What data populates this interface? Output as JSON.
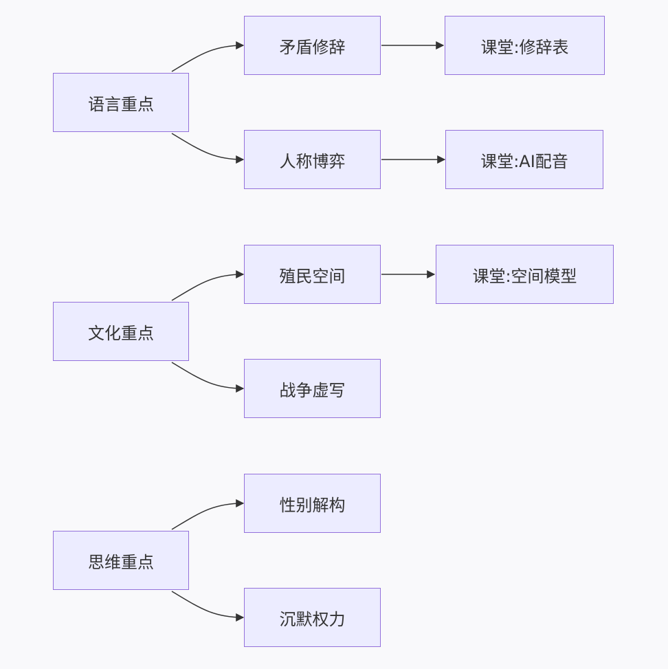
{
  "nodes": {
    "yuyan": "语言重点",
    "maodun": "矛盾修辞",
    "xiuci_table": "课堂:修辞表",
    "renchen": "人称博弈",
    "ai_dubbing": "课堂:AI配音",
    "wenhua": "文化重点",
    "zhimin": "殖民空间",
    "space_model": "课堂:空间模型",
    "zhanzheng": "战争虚写",
    "siwei": "思维重点",
    "xingbie": "性别解构",
    "chenmo": "沉默权力"
  },
  "colors": {
    "node_fill": "#ececff",
    "node_border": "#9370db",
    "edge": "#333333",
    "background": "#f9f9fb"
  }
}
